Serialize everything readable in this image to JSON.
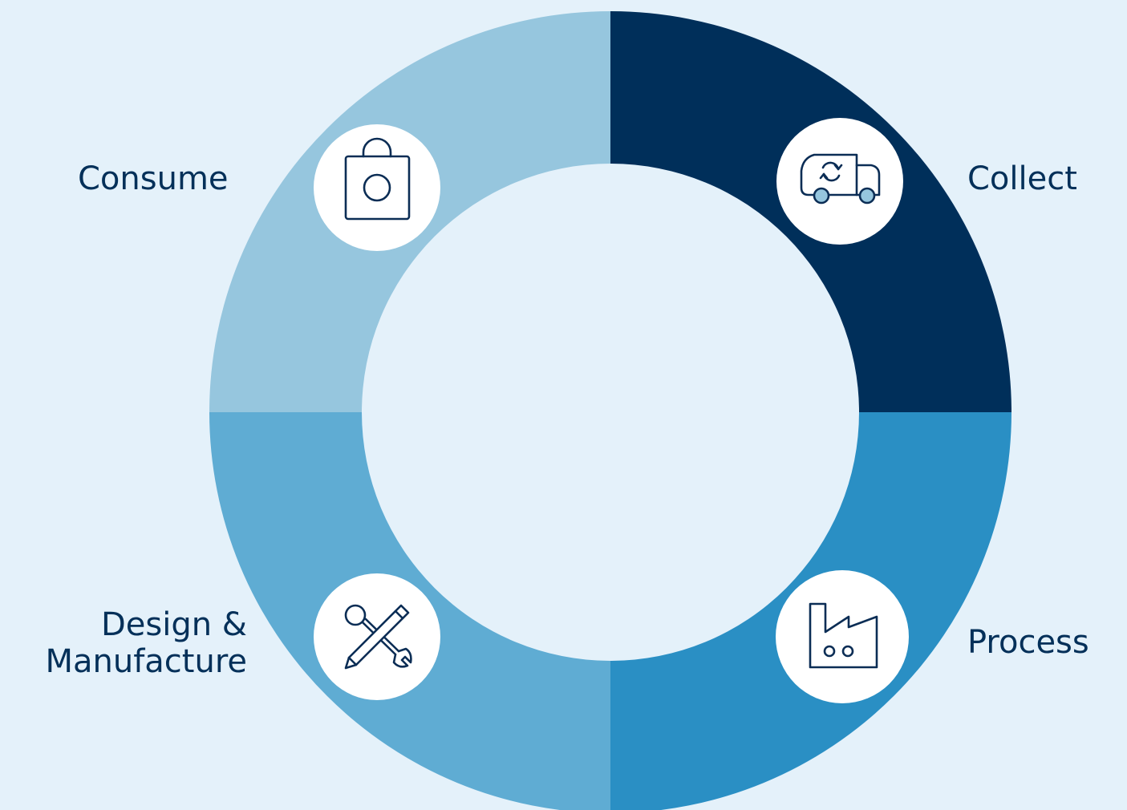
{
  "colors": {
    "background": "#e4f1fa",
    "collect_segment": "#002f5a",
    "process_segment": "#2a8fc4",
    "design_segment": "#5facd3",
    "consume_segment": "#96c6de",
    "icon_circle": "#ffffff",
    "icon_stroke": "#0b2d55",
    "label_text": "#043059"
  },
  "segments": [
    {
      "name": "Collect",
      "icon": "recycling-truck-icon"
    },
    {
      "name": "Process",
      "icon": "factory-icon"
    },
    {
      "name": "Design & Manufacture",
      "icon": "pencil-wrench-icon"
    },
    {
      "name": "Consume",
      "icon": "shopping-bag-icon"
    }
  ],
  "labels": {
    "consume": "Consume",
    "collect": "Collect",
    "design_line1": "Design &",
    "design_line2": "Manufacture",
    "process": "Process"
  }
}
